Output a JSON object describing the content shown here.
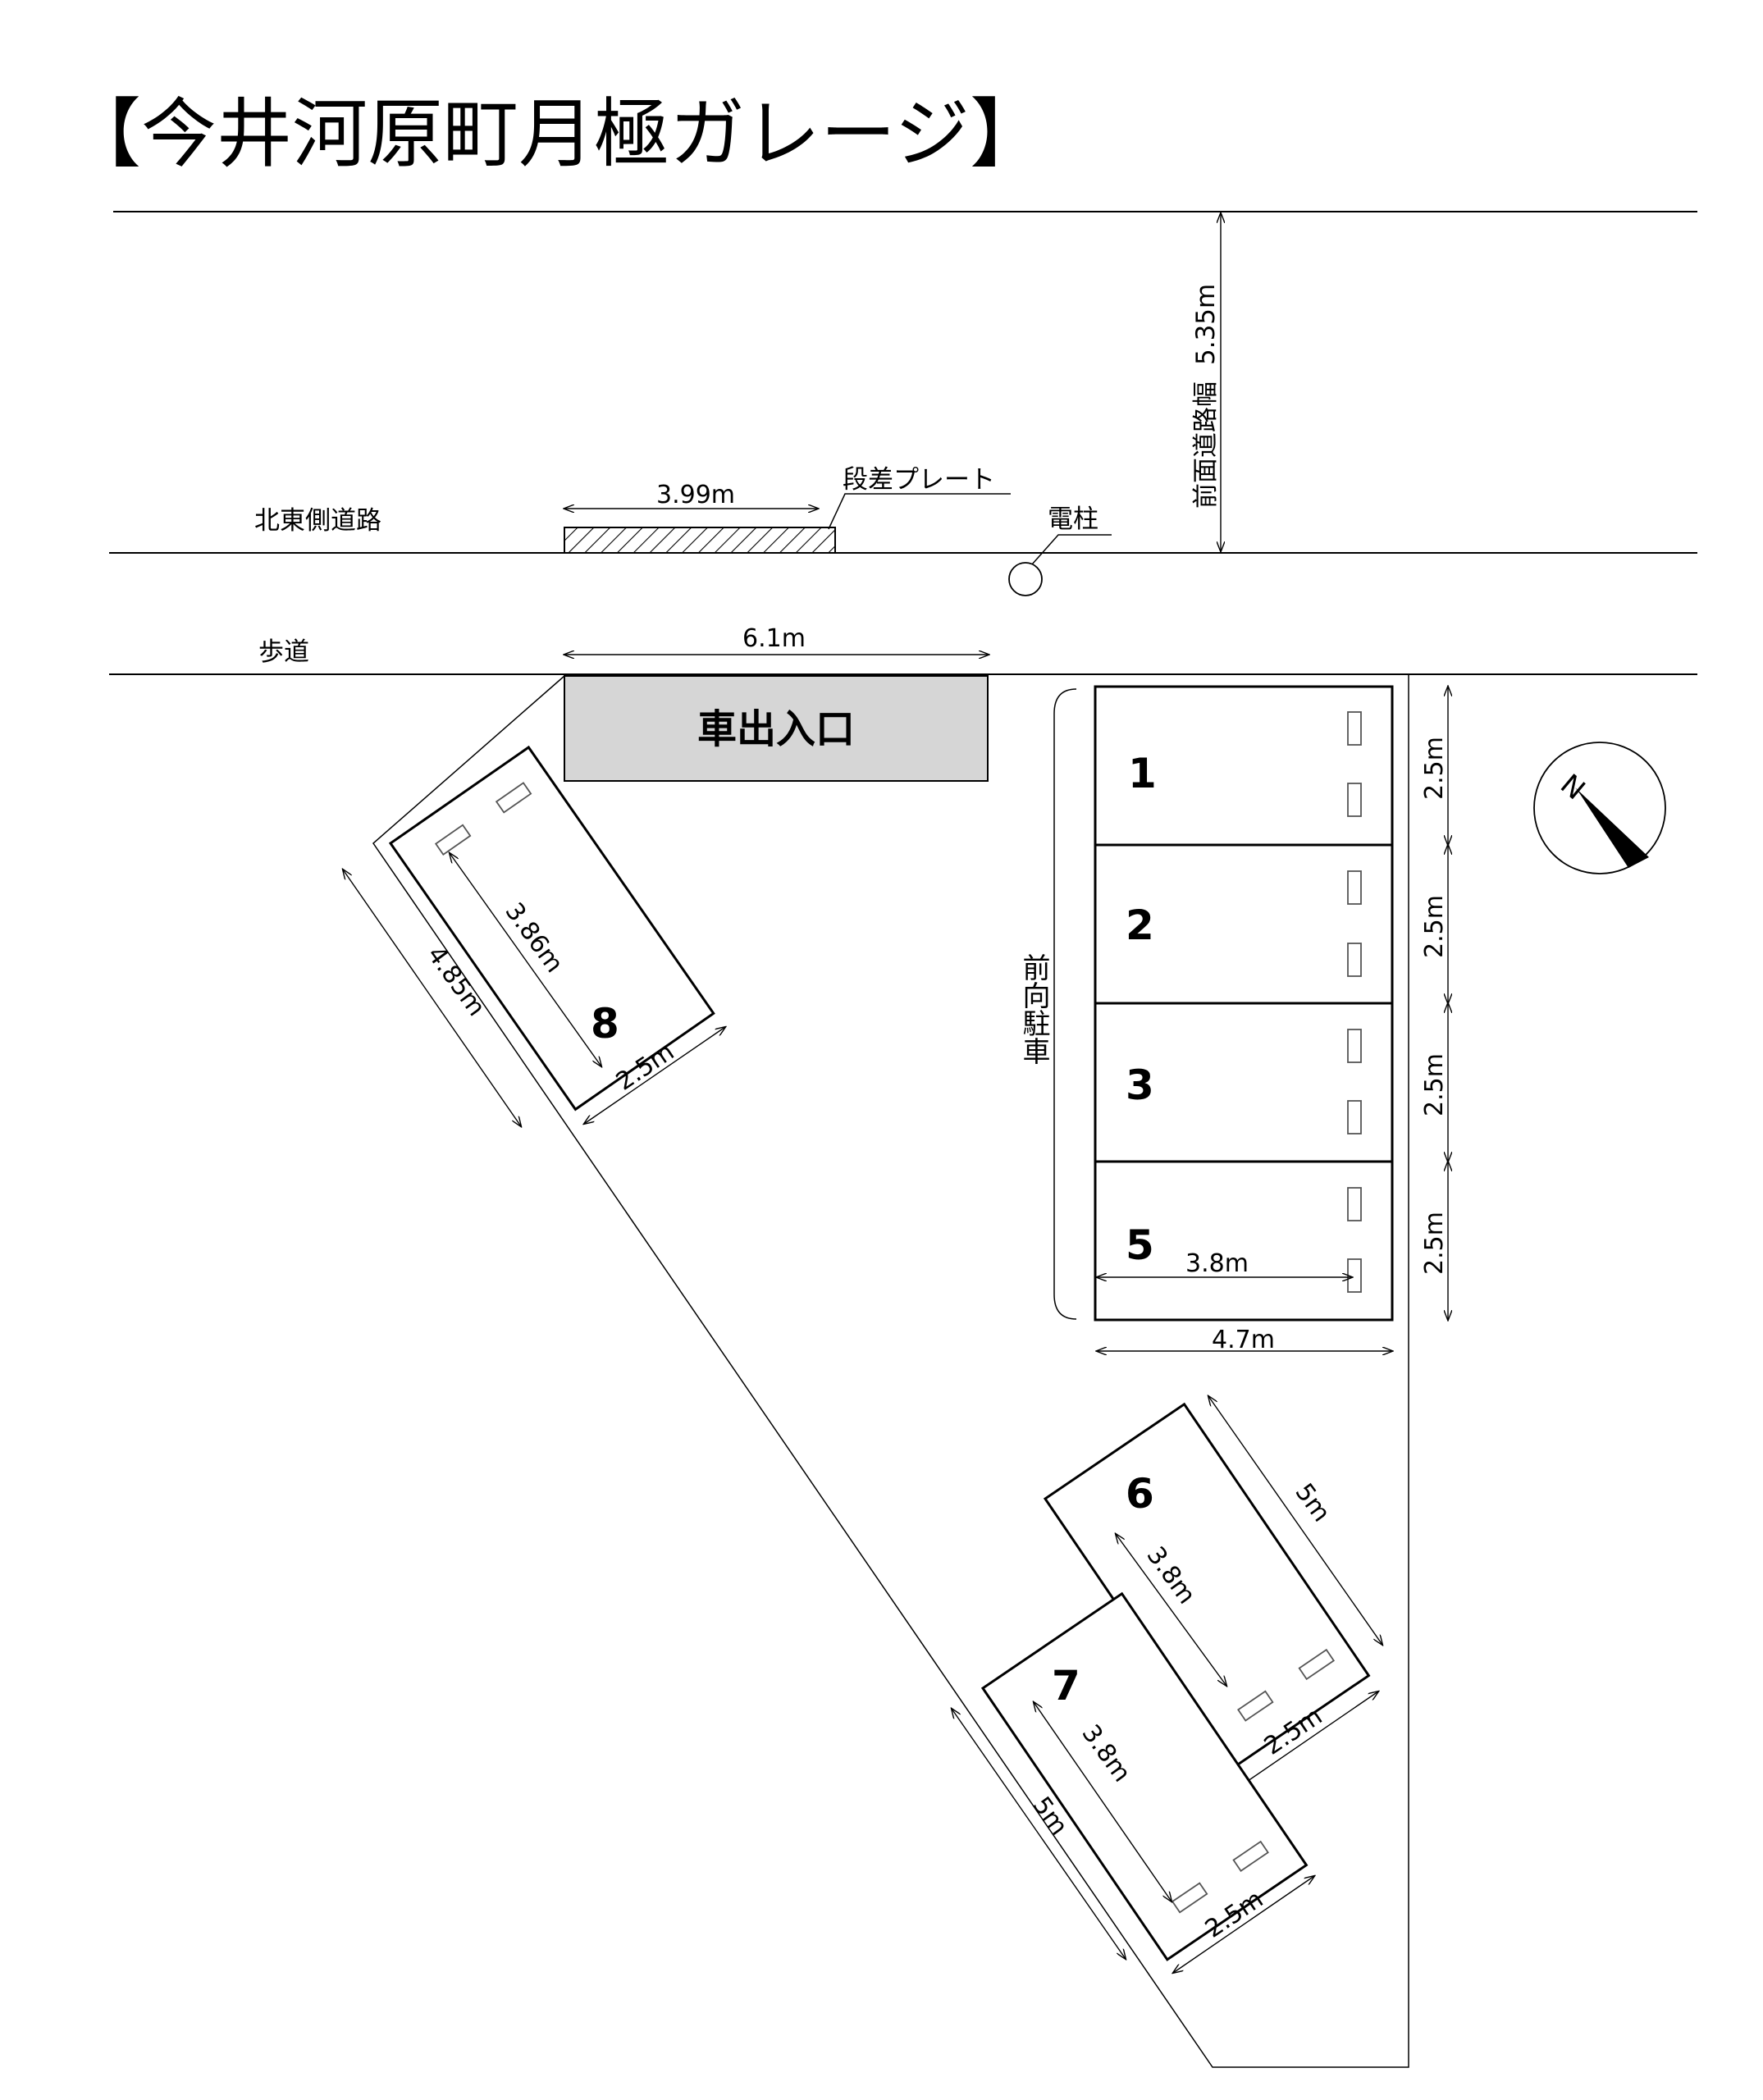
{
  "title": "【今井河原町月極ガレージ】",
  "labels": {
    "northeast_road": "北東側道路",
    "sidewalk": "歩道",
    "step_plate": "段差プレート",
    "utility_pole": "電柱",
    "front_road_width": "前面道路幅",
    "front_road_width_value": "5.35m",
    "entrance": "車出入口",
    "front_parking": "前向駐車"
  },
  "dimensions": {
    "step_plate_width": "3.99m",
    "entrance_width": "6.1m",
    "stall_width_1": "2.5m",
    "stall_width_2": "2.5m",
    "stall_width_3": "2.5m",
    "stall_width_5": "2.5m",
    "row_depth": "4.7m",
    "stop_distance_5": "3.8m",
    "stall8_length": "4.85m",
    "stall8_stop": "3.86m",
    "stall8_width": "2.5m",
    "stall6_length": "5m",
    "stall6_stop": "3.8m",
    "stall6_width": "2.5m",
    "stall7_length": "5m",
    "stall7_stop": "3.8m",
    "stall7_width": "2.5m"
  },
  "stalls": [
    "1",
    "2",
    "3",
    "5",
    "6",
    "7",
    "8"
  ],
  "compass": {
    "label": "N"
  }
}
